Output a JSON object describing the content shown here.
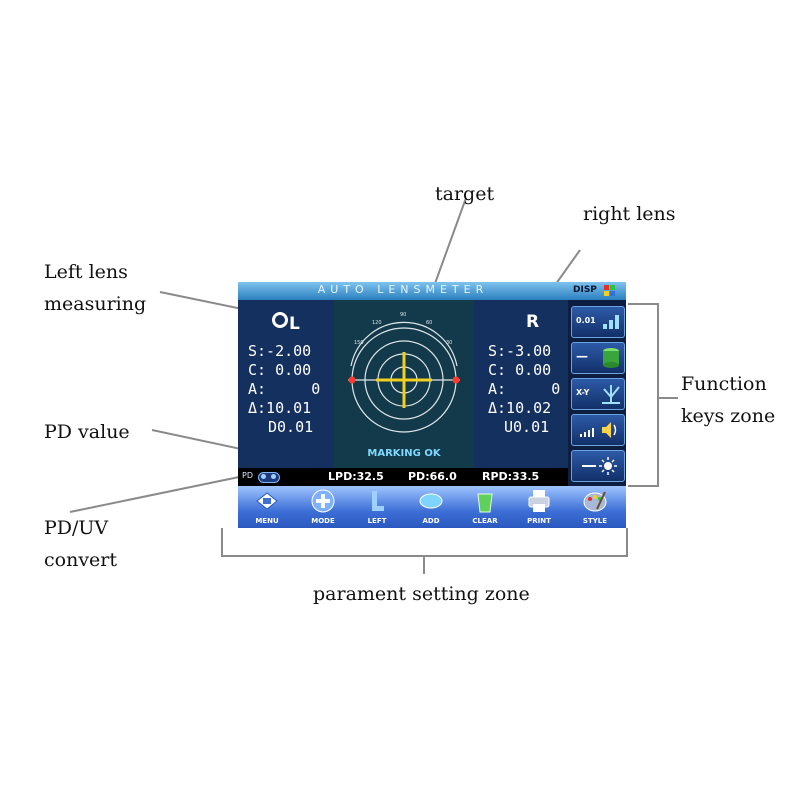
{
  "callouts": {
    "target": "target",
    "right_lens": "right lens",
    "left_lens": [
      "Left lens",
      "measuring"
    ],
    "pd_value": "PD value",
    "pd_uv": [
      "PD/UV",
      "convert"
    ],
    "function_keys": [
      "Function",
      "keys zone"
    ],
    "parameter_zone": "parament setting zone"
  },
  "screen": {
    "title": "AUTO LENSMETER",
    "disp_label": "DISP",
    "left": {
      "id": "L",
      "readings": [
        "S:-2.00",
        "C: 0.00",
        "A:     0",
        "Δ:10.01",
        "D0.01"
      ]
    },
    "right": {
      "id": "R",
      "readings": [
        "S:-3.00",
        "C: 0.00",
        "A:     0",
        "Δ:10.02",
        "U0.01"
      ]
    },
    "target": {
      "dial_labels": [
        "120",
        "90",
        "60",
        "150",
        "30"
      ],
      "status": "MARKING OK"
    },
    "pd_bar": {
      "toggle_label": "PD",
      "lpd": "LPD:32.5",
      "pd": "PD:66.0",
      "rpd": "RPD:33.5"
    },
    "function_keys": [
      {
        "label": "0.01",
        "icon": "bar-chart-icon"
      },
      {
        "label": "—",
        "icon": "database-icon"
      },
      {
        "label": "X-Y",
        "icon": "axis-icon"
      },
      {
        "label": "",
        "icon": "volume-icon"
      },
      {
        "label": "",
        "icon": "brightness-icon"
      }
    ],
    "param_buttons": [
      {
        "label": "MENU",
        "icon": "menu-icon"
      },
      {
        "label": "MODE",
        "icon": "plus-icon"
      },
      {
        "label": "LEFT",
        "icon": "left-l-icon"
      },
      {
        "label": "ADD",
        "icon": "ellipse-icon"
      },
      {
        "label": "CLEAR",
        "icon": "trash-icon"
      },
      {
        "label": "PRINT",
        "icon": "printer-icon"
      },
      {
        "label": "STYLE",
        "icon": "palette-icon"
      }
    ]
  },
  "colors": {
    "screen_bg": "#0b1631",
    "panel_bg": "#13305f",
    "crosshair": "#f2d020",
    "marker": "#ff3b2f",
    "ring": "#dfe6ea"
  }
}
